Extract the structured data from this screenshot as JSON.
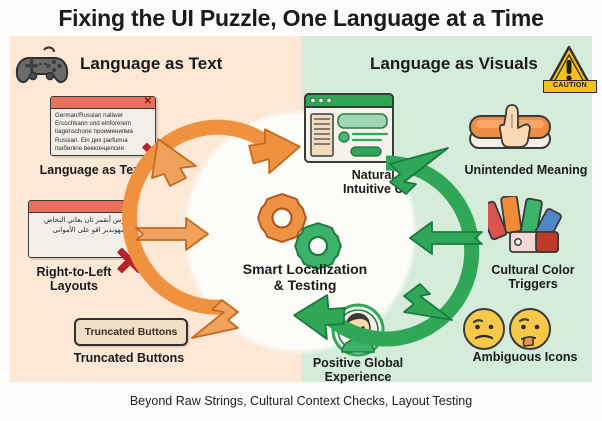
{
  "title": "Fixing the UI Puzzle, One Language at a Time",
  "footer": "Beyond Raw Strings, Cultural Context Checks, Layout Testing",
  "panels": {
    "left": {
      "heading": "Language as Text",
      "bg_color": "#fce8d5",
      "icon": "gamepad-icon"
    },
    "right": {
      "heading": "Language as Visuals",
      "bg_color": "#d4ecd9",
      "icon": "caution-sign-icon",
      "caution_label": "CAUTION"
    }
  },
  "problems": [
    {
      "id": "language-as-text",
      "label": "Language as Text",
      "window_text": "German/Russian natiwer Eruschkann und einforerem tiagenschone проименипма Russian. Ein дих parfumıa пшбилine вееконцепсия",
      "marker": "red-x"
    },
    {
      "id": "right-to-left-layouts",
      "label": "Right-to-Left\nLayouts",
      "window_text": "مرس أنقمر ثان بعاتي التحاض المهوندبر اقو على الأموانى",
      "marker": "red-x"
    },
    {
      "id": "truncated-buttons",
      "label": "Truncated Buttons",
      "button_text": "Truncated Buttons",
      "marker": "none"
    }
  ],
  "solutions": [
    {
      "id": "unintended-meaning",
      "label": "Unintended Meaning",
      "icon": "hand-pressing-button-icon"
    },
    {
      "id": "cultural-color-triggers",
      "label": "Cultural Color\nTriggers",
      "icon": "color-swatch-fan-icon"
    },
    {
      "id": "ambiguous-icons",
      "label": "Ambiguous Icons",
      "icon": "confused-emoji-faces-icon"
    }
  ],
  "center": {
    "process_label": "Smart Localization\n& Testing",
    "output_top_label": "Natural,\nIntuitive UI",
    "output_bottom_label": "Positive Global\nExperience",
    "gear_icons": [
      "orange-gear-icon",
      "green-gear-icon"
    ],
    "ui_mock_icon": "browser-window-mock-icon",
    "avatar_icon": "smiling-person-avatar-icon",
    "arc_in_color": "#ef9243",
    "arc_out_color": "#2fa757"
  },
  "colors": {
    "title_text": "#1b1b1b",
    "orange": "#ef9243",
    "green": "#2fa757",
    "red_x": "#b5232c",
    "caution_yellow": "#f5c116"
  }
}
